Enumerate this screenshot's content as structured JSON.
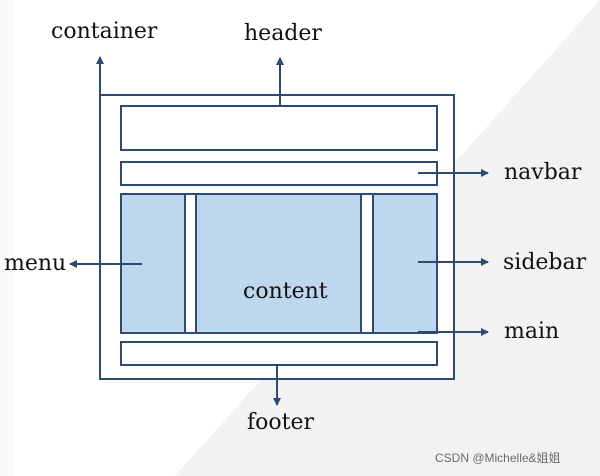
{
  "labels": {
    "container": "container",
    "header": "header",
    "navbar": "navbar",
    "menu": "menu",
    "sidebar": "sidebar",
    "content": "content",
    "main": "main",
    "footer": "footer"
  },
  "watermark": "CSDN @Michelle&姐姐",
  "colors": {
    "border": "#2e4a73",
    "fill": "#bdd7ee",
    "background_shade": "#f2f2f2"
  }
}
